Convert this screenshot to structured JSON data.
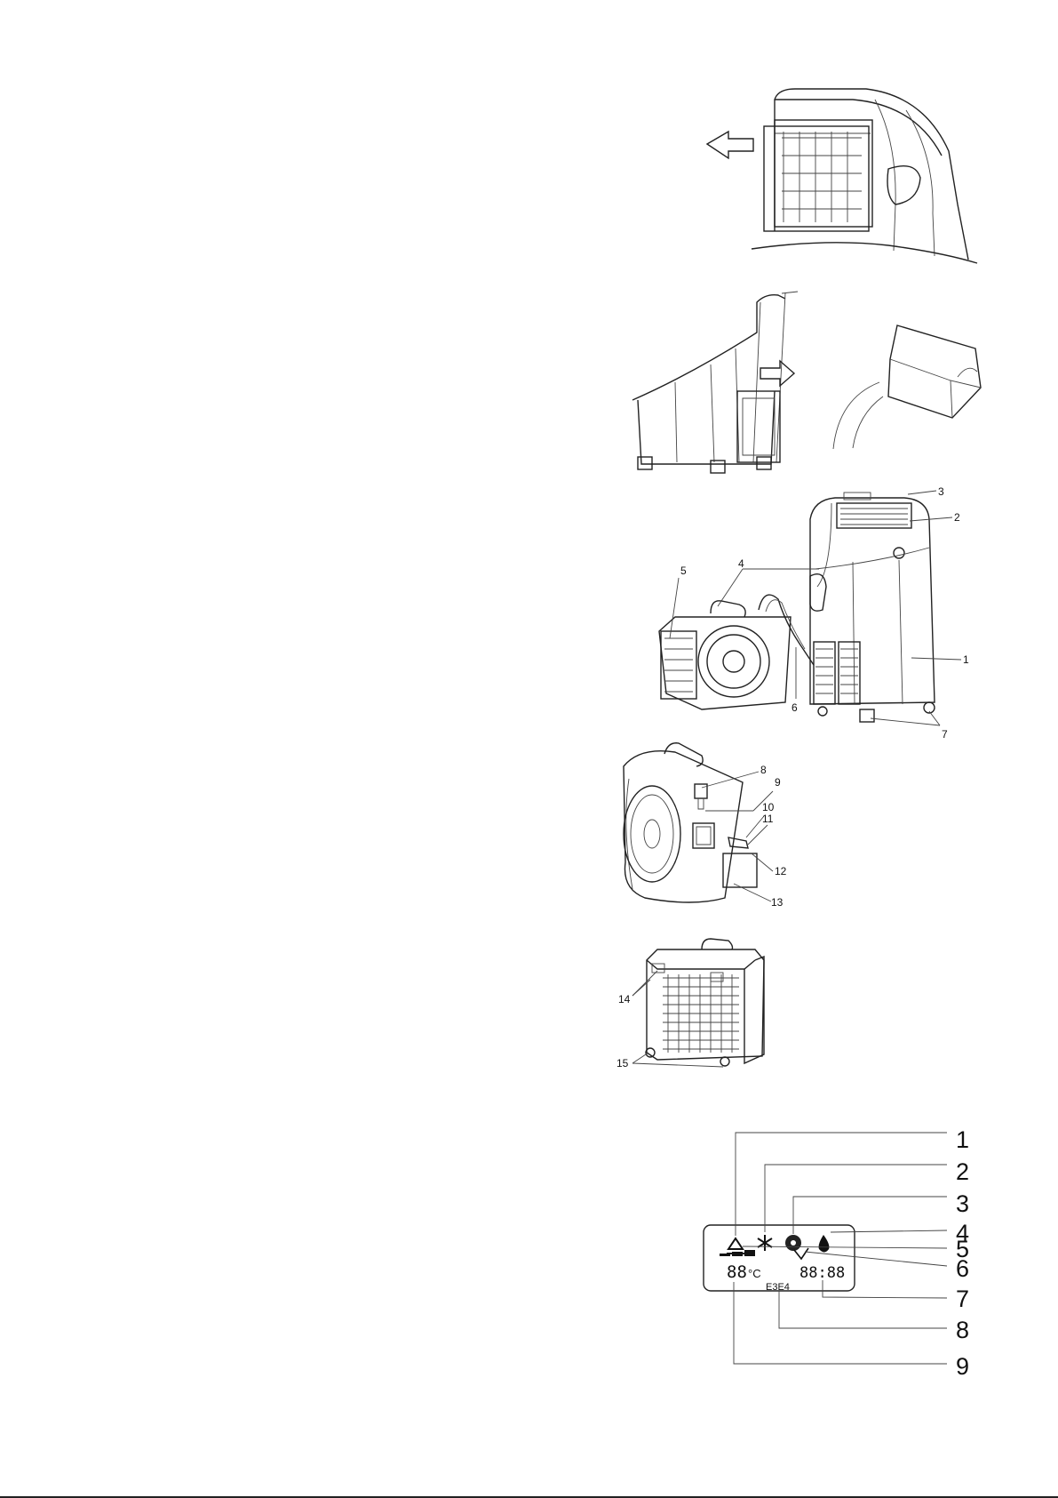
{
  "figures": {
    "filter_removal": {},
    "water_tank": {},
    "unit_overview": {
      "labels": [
        "1",
        "2",
        "3",
        "4",
        "5",
        "6",
        "7"
      ]
    },
    "outdoor_side": {
      "labels": [
        "8",
        "9",
        "10",
        "11",
        "12",
        "13"
      ]
    },
    "outdoor_back": {
      "labels": [
        "14",
        "15"
      ]
    },
    "lcd_display": {
      "labels": [
        "1",
        "2",
        "3",
        "4",
        "5",
        "6",
        "7",
        "8",
        "9"
      ],
      "temp_digits": "88",
      "temp_unit": "°C",
      "time_digits": "88:88",
      "error_text": "E3E4"
    }
  }
}
